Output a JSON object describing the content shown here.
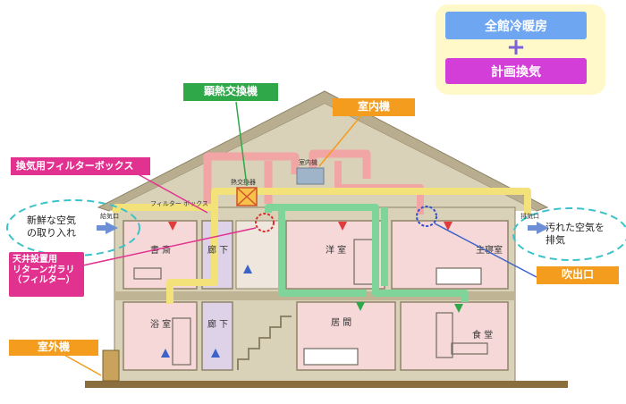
{
  "legend": {
    "top_label": "全館冷暖房",
    "plus": "+",
    "bottom_label": "計画換気"
  },
  "callouts": {
    "heat_exchanger": "顕熱交換機",
    "indoor_unit": "室内機",
    "filter_box": "換気用フィルターボックス",
    "ceiling_return": "天井設置用\nリターンガラリ\n（フィルター）",
    "outlet": "吹出口",
    "outdoor_unit": "室外機"
  },
  "notes": {
    "fresh_air": "新鮮な空気\nの取り入れ",
    "exhaust_air": "汚れた空気を\n排気"
  },
  "diagram_labels": {
    "heat_exchanger_small": "熱交換器",
    "indoor_unit_small": "室内機",
    "filter_box_small": "フィルター ボックス",
    "supply_port": "給気口",
    "exhaust_port": "排気口"
  },
  "rooms": {
    "study": "書 斎",
    "hall_upper": "廊 下",
    "western_room": "洋 室",
    "master_bedroom": "主寝室",
    "bathroom": "浴 室",
    "hall_lower": "廊 下",
    "living_room": "居 間",
    "dining": "食 堂"
  },
  "colors": {
    "legend_blue": "#6fa6f2",
    "legend_magenta": "#d43ed8",
    "callout_green": "#2fa84a",
    "callout_orange": "#f39c1d",
    "callout_pink": "#e2328f",
    "duct_yellow": "#f3e27a",
    "duct_green": "#7fd49a",
    "duct_red": "#f2a5a5"
  }
}
